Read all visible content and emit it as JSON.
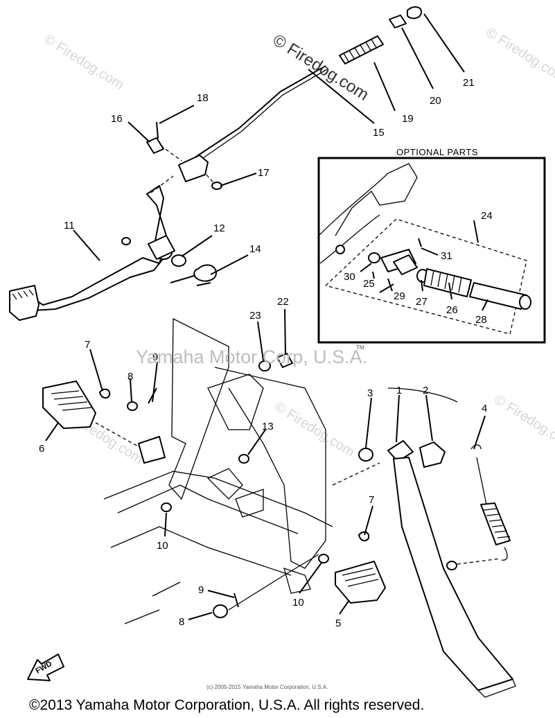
{
  "watermarks": {
    "firedog_top": "© Firedog.com",
    "firedog_left": "© Firedog.com",
    "firedog_right_top": "© Firedog.com",
    "firedog_right_mid": "© Firedog.com",
    "firedog_mid": "© Firedog.com",
    "yamaha_center": "Yamaha Motor Corp, U.S.A.",
    "tm": "TM"
  },
  "optional_box": {
    "title": "OPTIONAL PARTS"
  },
  "callouts": {
    "c1": "1",
    "c2": "2",
    "c3": "3",
    "c4": "4",
    "c5": "5",
    "c6": "6",
    "c7a": "7",
    "c7b": "7",
    "c8a": "8",
    "c8b": "8",
    "c9a": "9",
    "c9b": "9",
    "c10a": "10",
    "c10b": "10",
    "c11": "11",
    "c12": "12",
    "c13": "13",
    "c14": "14",
    "c15": "15",
    "c16": "16",
    "c17": "17",
    "c18": "18",
    "c19": "19",
    "c20": "20",
    "c21": "21",
    "c22": "22",
    "c23": "23",
    "c24": "24",
    "c25": "25",
    "c26": "26",
    "c27": "27",
    "c28": "28",
    "c29": "29",
    "c30": "30",
    "c31": "31"
  },
  "fwd_label": "FWD",
  "footer": {
    "small_notice": "(c) 2005-2015 Yamaha Motor Corporation, U.S.A.",
    "copyright": "©2013 Yamaha Motor Corporation, U.S.A. All rights reserved."
  }
}
